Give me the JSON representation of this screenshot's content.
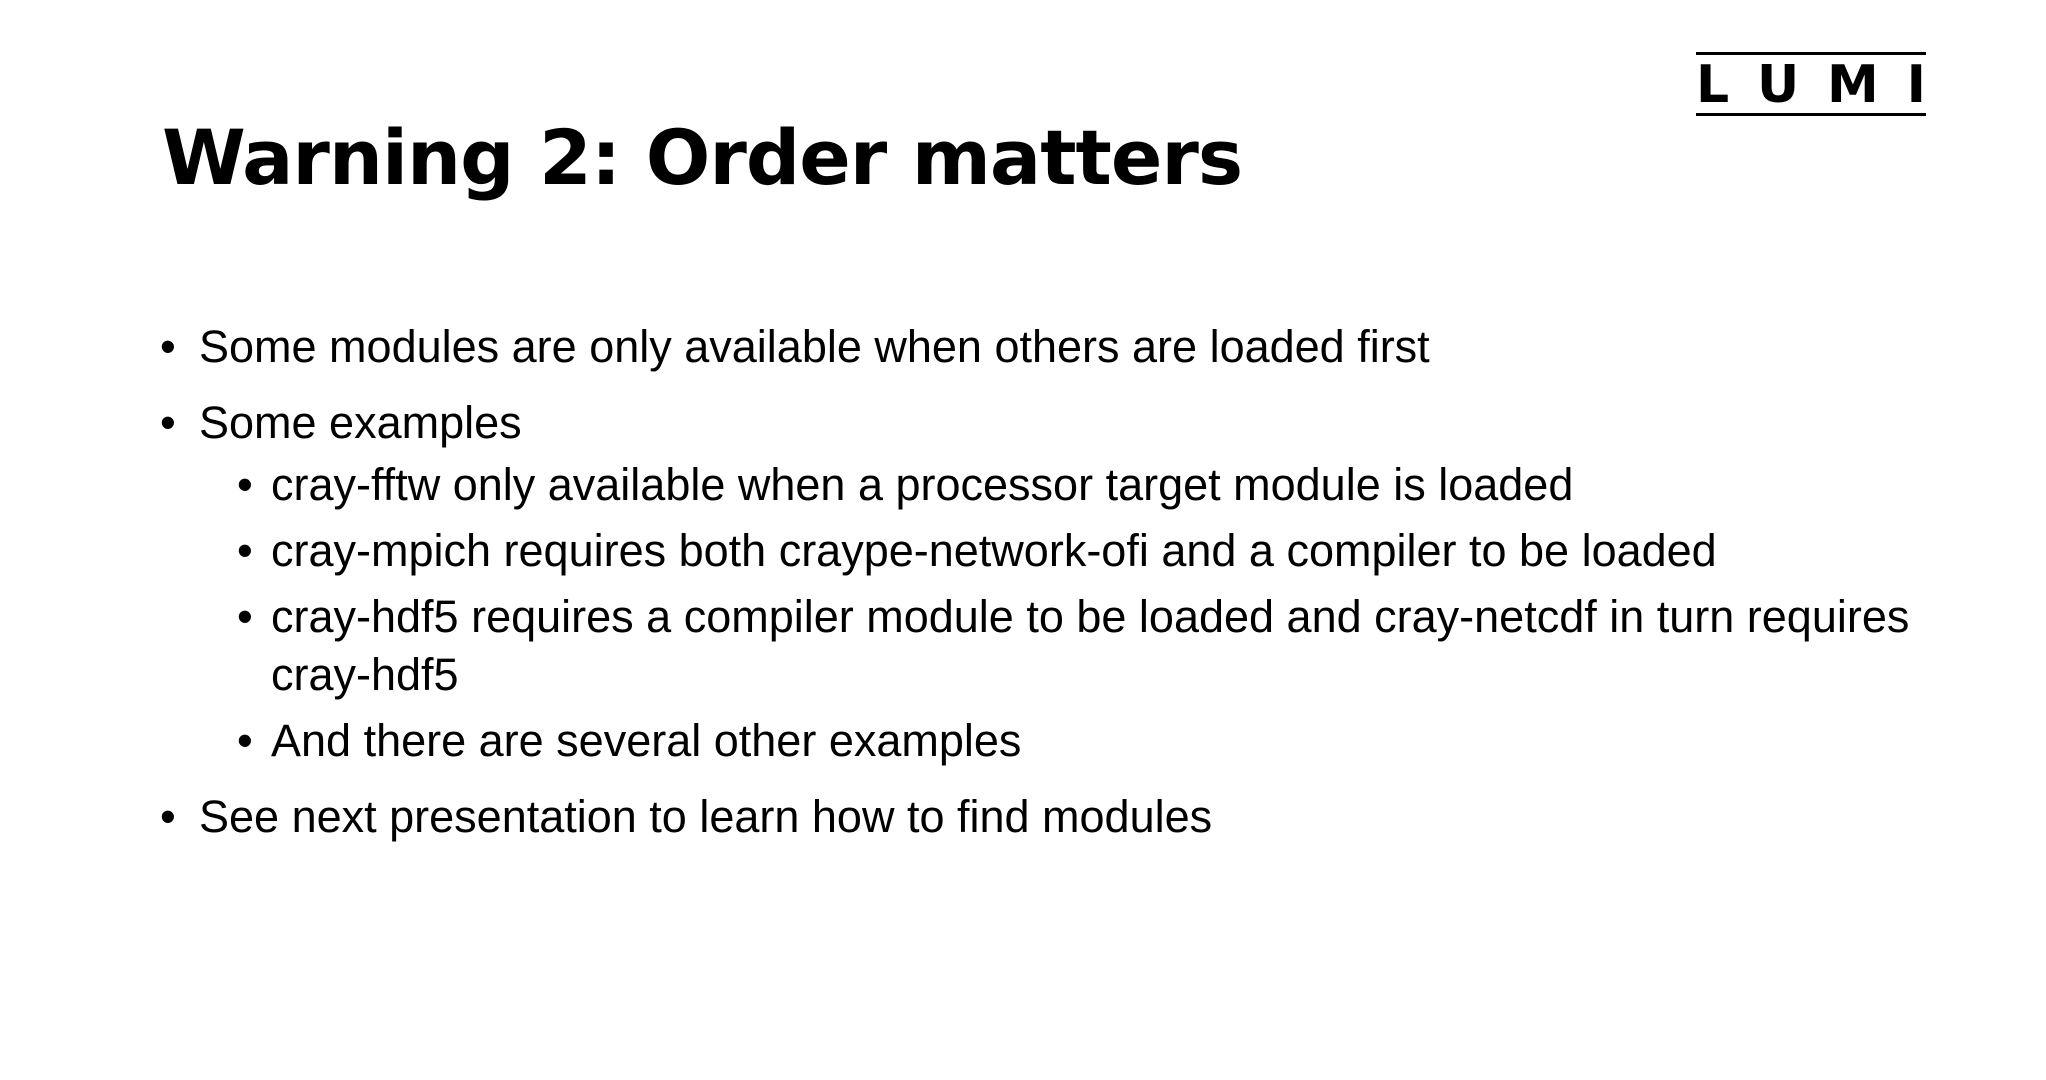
{
  "logo": {
    "letters": [
      "L",
      "U",
      "M",
      "I"
    ]
  },
  "title": "Warning 2: Order matters",
  "bullets": [
    {
      "text": "Some modules are only available when others are loaded first"
    },
    {
      "text": "Some examples",
      "sub": [
        "cray-fftw only available when a processor target module is loaded",
        "cray-mpich requires both craype-network-ofi and a compiler to be loaded",
        "cray-hdf5 requires a compiler module to be loaded and cray-netcdf in turn requires cray-hdf5",
        "And there are several other examples"
      ]
    },
    {
      "text": "See next presentation to learn how to find modules"
    }
  ],
  "bullet_glyph": "•"
}
